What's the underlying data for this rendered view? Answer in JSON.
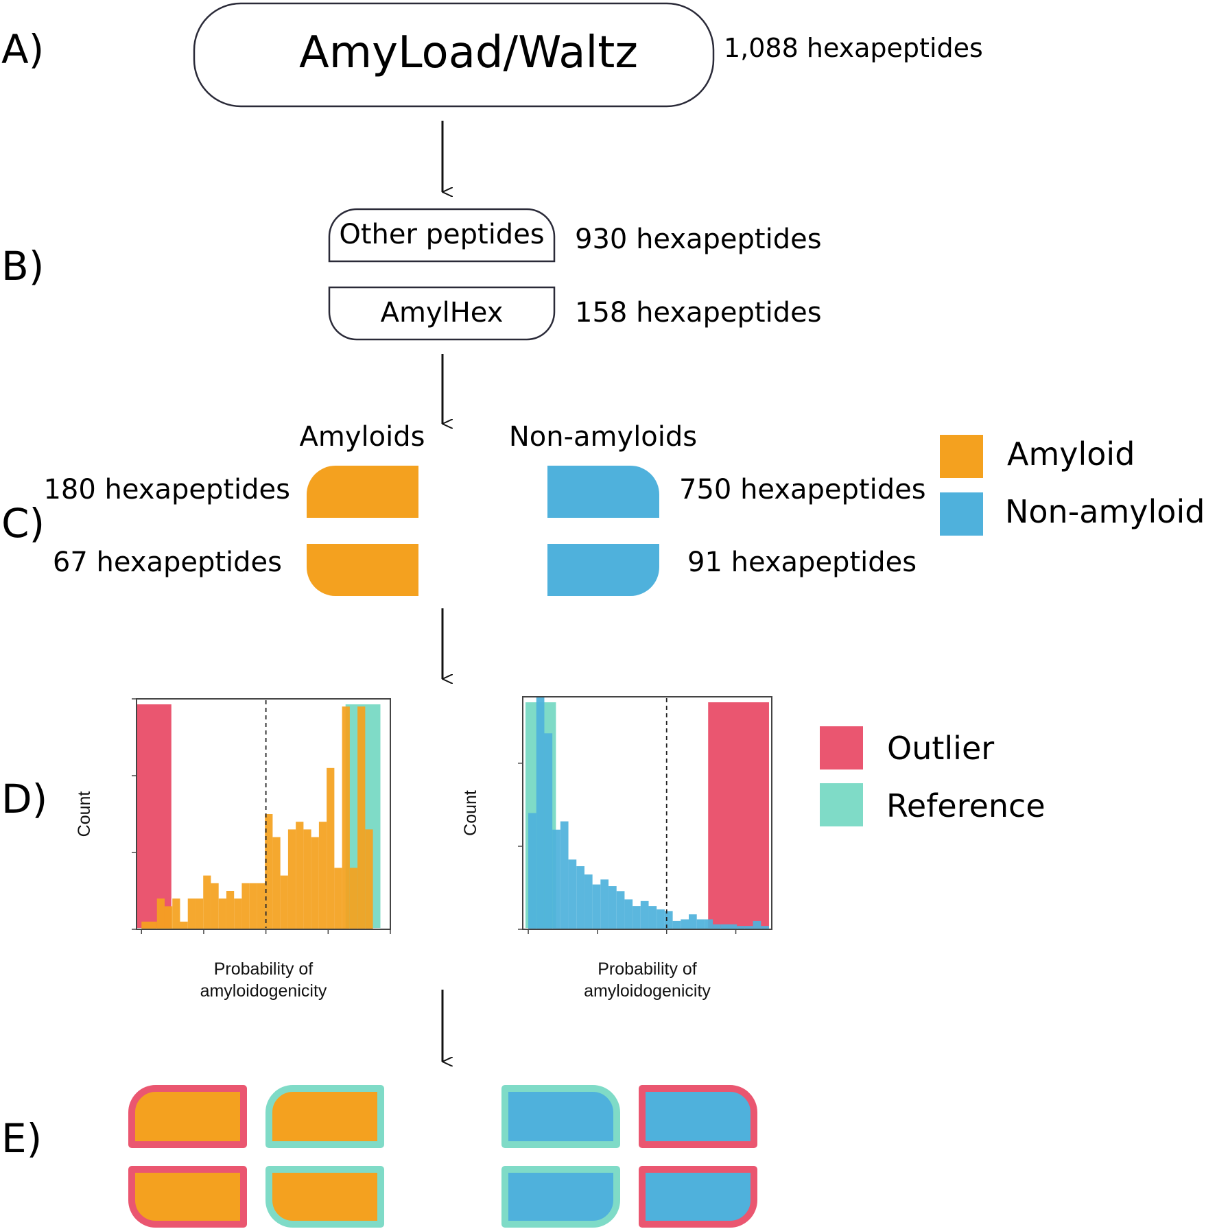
{
  "steps": {
    "A": {
      "label": "A)",
      "box_text": "AmyLoad/Waltz",
      "count_text": "1,088 hexapeptides"
    },
    "B": {
      "label": "B)",
      "top_box_text": "Other peptides",
      "top_count_text": "930 hexapeptides",
      "bottom_box_text": "AmylHex",
      "bottom_count_text": "158 hexapeptides"
    },
    "C": {
      "label": "C)",
      "left_header": "Amyloids",
      "right_header": "Non-amyloids",
      "amyloid_top_count": "180 hexapeptides",
      "amyloid_bottom_count": "67 hexapeptides",
      "nonamyloid_top_count": "750 hexapeptides",
      "nonamyloid_bottom_count": "91 hexapeptides"
    },
    "D": {
      "label": "D)"
    },
    "E": {
      "label": "E)"
    }
  },
  "legend_class": {
    "items": [
      {
        "label": "Amyloid",
        "color": "#f4a11f"
      },
      {
        "label": "Non-amyloid",
        "color": "#4fb1dc"
      }
    ]
  },
  "legend_region": {
    "items": [
      {
        "label": "Outlier",
        "color": "#ea5670"
      },
      {
        "label": "Reference",
        "color": "#7fdbc7"
      }
    ]
  },
  "colors": {
    "amyloid": "#f4a11f",
    "nonamyloid": "#4fb1dc",
    "outlier": "#ea5670",
    "reference": "#7fdbc7",
    "stroke": "#2a2a38"
  },
  "chart_data": [
    {
      "type": "bar",
      "series_color": "#f4a11f",
      "xlabel": "Probability of amyloidogenicity",
      "ylabel": "Count",
      "xlim": [
        -0.02,
        1.0
      ],
      "ylim": [
        0,
        30
      ],
      "xticks": [
        "0.00",
        "0.25",
        "0.50",
        "0.75",
        "1.00"
      ],
      "yticks": [
        "0",
        "10",
        "20",
        "30"
      ],
      "bin_width": 0.031,
      "bin_starts": [
        0.0,
        0.031,
        0.062,
        0.093,
        0.124,
        0.155,
        0.186,
        0.217,
        0.248,
        0.279,
        0.31,
        0.341,
        0.372,
        0.403,
        0.434,
        0.465,
        0.496,
        0.527,
        0.558,
        0.589,
        0.62,
        0.651,
        0.682,
        0.713,
        0.744,
        0.775,
        0.806,
        0.837,
        0.868,
        0.899
      ],
      "values": [
        1,
        1,
        4,
        3,
        4,
        1,
        4,
        4,
        7,
        6,
        4,
        5,
        4,
        6,
        6,
        6,
        15,
        12,
        7,
        13,
        14,
        13,
        12,
        14,
        21,
        8,
        29,
        8,
        29,
        13
      ],
      "outlier_range": [
        -0.02,
        0.12
      ],
      "reference_range": [
        0.82,
        0.96
      ],
      "threshold": 0.5
    },
    {
      "type": "bar",
      "series_color": "#4fb1dc",
      "xlabel": "Probability of amyloidogenicity",
      "ylabel": "Count",
      "xlim": [
        -0.02,
        0.88
      ],
      "ylim": [
        0,
        140
      ],
      "xticks": [
        "0.00",
        "0.25",
        "0.50",
        "0.75"
      ],
      "yticks": [
        "0",
        "50",
        "100"
      ],
      "bin_width": 0.029,
      "bin_starts": [
        0.0,
        0.029,
        0.058,
        0.087,
        0.116,
        0.145,
        0.174,
        0.203,
        0.232,
        0.261,
        0.29,
        0.319,
        0.348,
        0.377,
        0.406,
        0.435,
        0.464,
        0.493,
        0.522,
        0.551,
        0.58,
        0.609,
        0.638,
        0.667,
        0.696,
        0.725,
        0.754,
        0.783,
        0.812,
        0.841
      ],
      "values": [
        70,
        140,
        118,
        60,
        65,
        42,
        38,
        33,
        27,
        30,
        26,
        23,
        18,
        14,
        17,
        14,
        12,
        11,
        5,
        6,
        9,
        6,
        6,
        3,
        3,
        3,
        2,
        2,
        5,
        2
      ],
      "outlier_range": [
        0.65,
        0.87
      ],
      "reference_range": [
        -0.01,
        0.1
      ],
      "threshold": 0.5
    }
  ]
}
